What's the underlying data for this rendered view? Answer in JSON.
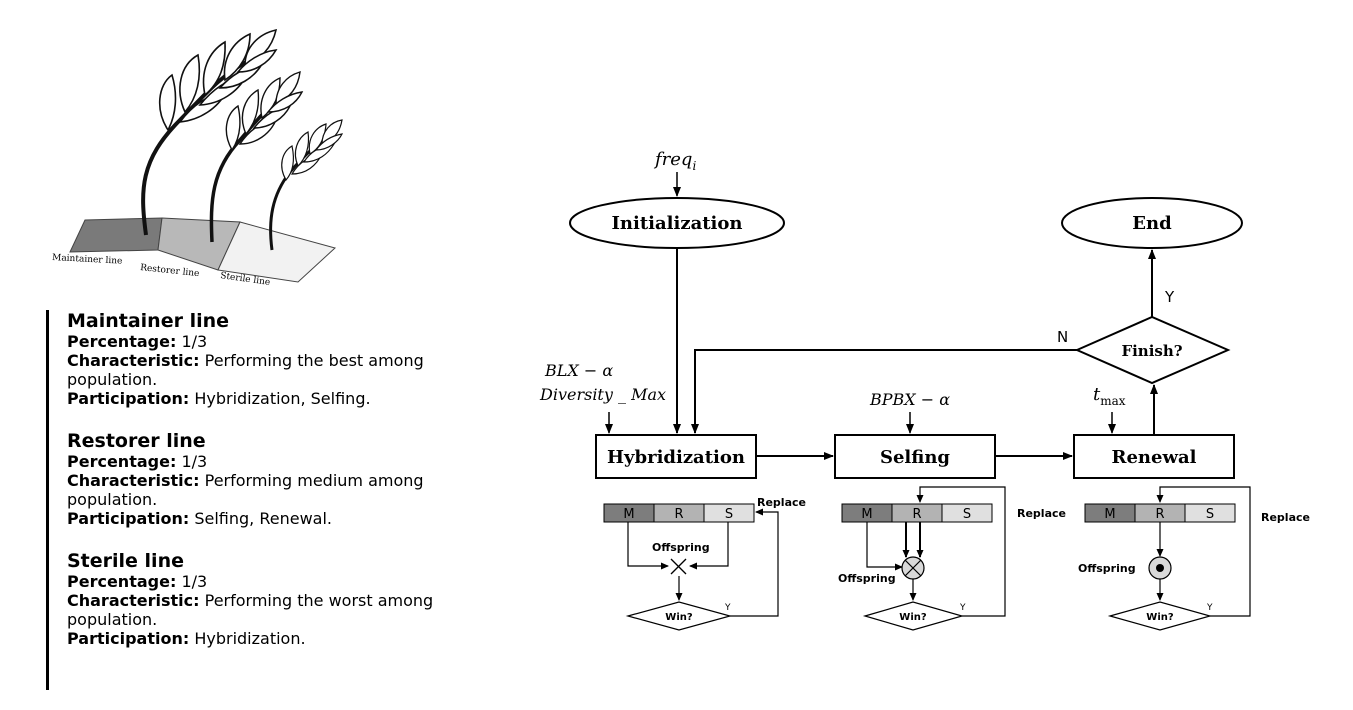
{
  "illustration": {
    "labels": [
      "Maintainer line",
      "Restorer line",
      "Sterile line"
    ]
  },
  "lines": [
    {
      "title": "Maintainer line",
      "percentage_label": "Percentage:",
      "percentage": "1/3",
      "characteristic_label": "Characteristic:",
      "characteristic": "Performing the best among population.",
      "participation_label": "Participation:",
      "participation": "Hybridization, Selfing."
    },
    {
      "title": "Restorer line",
      "percentage_label": "Percentage:",
      "percentage": "1/3",
      "characteristic_label": "Characteristic:",
      "characteristic": "Performing medium among population.",
      "participation_label": "Participation:",
      "participation": "Selfing, Renewal."
    },
    {
      "title": "Sterile line",
      "percentage_label": "Percentage:",
      "percentage": "1/3",
      "characteristic_label": "Characteristic:",
      "characteristic": "Performing the worst among population.",
      "participation_label": "Participation:",
      "participation": "Hybridization."
    }
  ],
  "flow": {
    "input_init_main": "freq",
    "input_init_sub": "i",
    "initialization": "Initialization",
    "end": "End",
    "finish": "Finish?",
    "yes": "Y",
    "no": "N",
    "hybrid_param_1": "BLX − α",
    "hybrid_param_2": "Diversity _ Max",
    "hybridization": "Hybridization",
    "selfing_param": "BPBX − α",
    "selfing": "Selfing",
    "renewal_param_main": "t",
    "renewal_param_sub": "max",
    "renewal": "Renewal",
    "seg_m": "M",
    "seg_r": "R",
    "seg_s": "S",
    "replace": "Replace",
    "offspring": "Offspring",
    "win": "Win?",
    "win_yes": "Y"
  }
}
